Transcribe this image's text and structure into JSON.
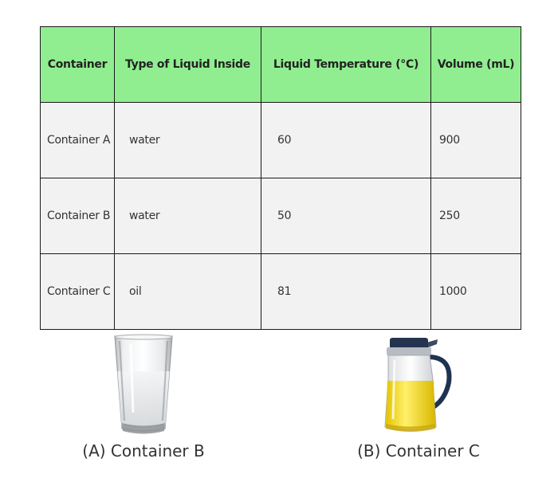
{
  "table": {
    "headers": [
      "Container",
      "Type of Liquid Inside",
      "Liquid Temperature (°C)",
      "Volume (mL)"
    ],
    "rows": [
      [
        "Container A",
        "water",
        "60",
        "900"
      ],
      [
        "Container B",
        "water",
        "50",
        "250"
      ],
      [
        "Container C",
        "oil",
        "81",
        "1000"
      ]
    ],
    "colors": {
      "header_bg": "#90ee90",
      "cell_bg": "#f2f2f2",
      "border": "#1a1a1a"
    }
  },
  "figures": [
    {
      "caption": "(A) Container B",
      "icon": "water-glass-icon"
    },
    {
      "caption": "(B) Container C",
      "icon": "oil-dispenser-icon"
    }
  ]
}
